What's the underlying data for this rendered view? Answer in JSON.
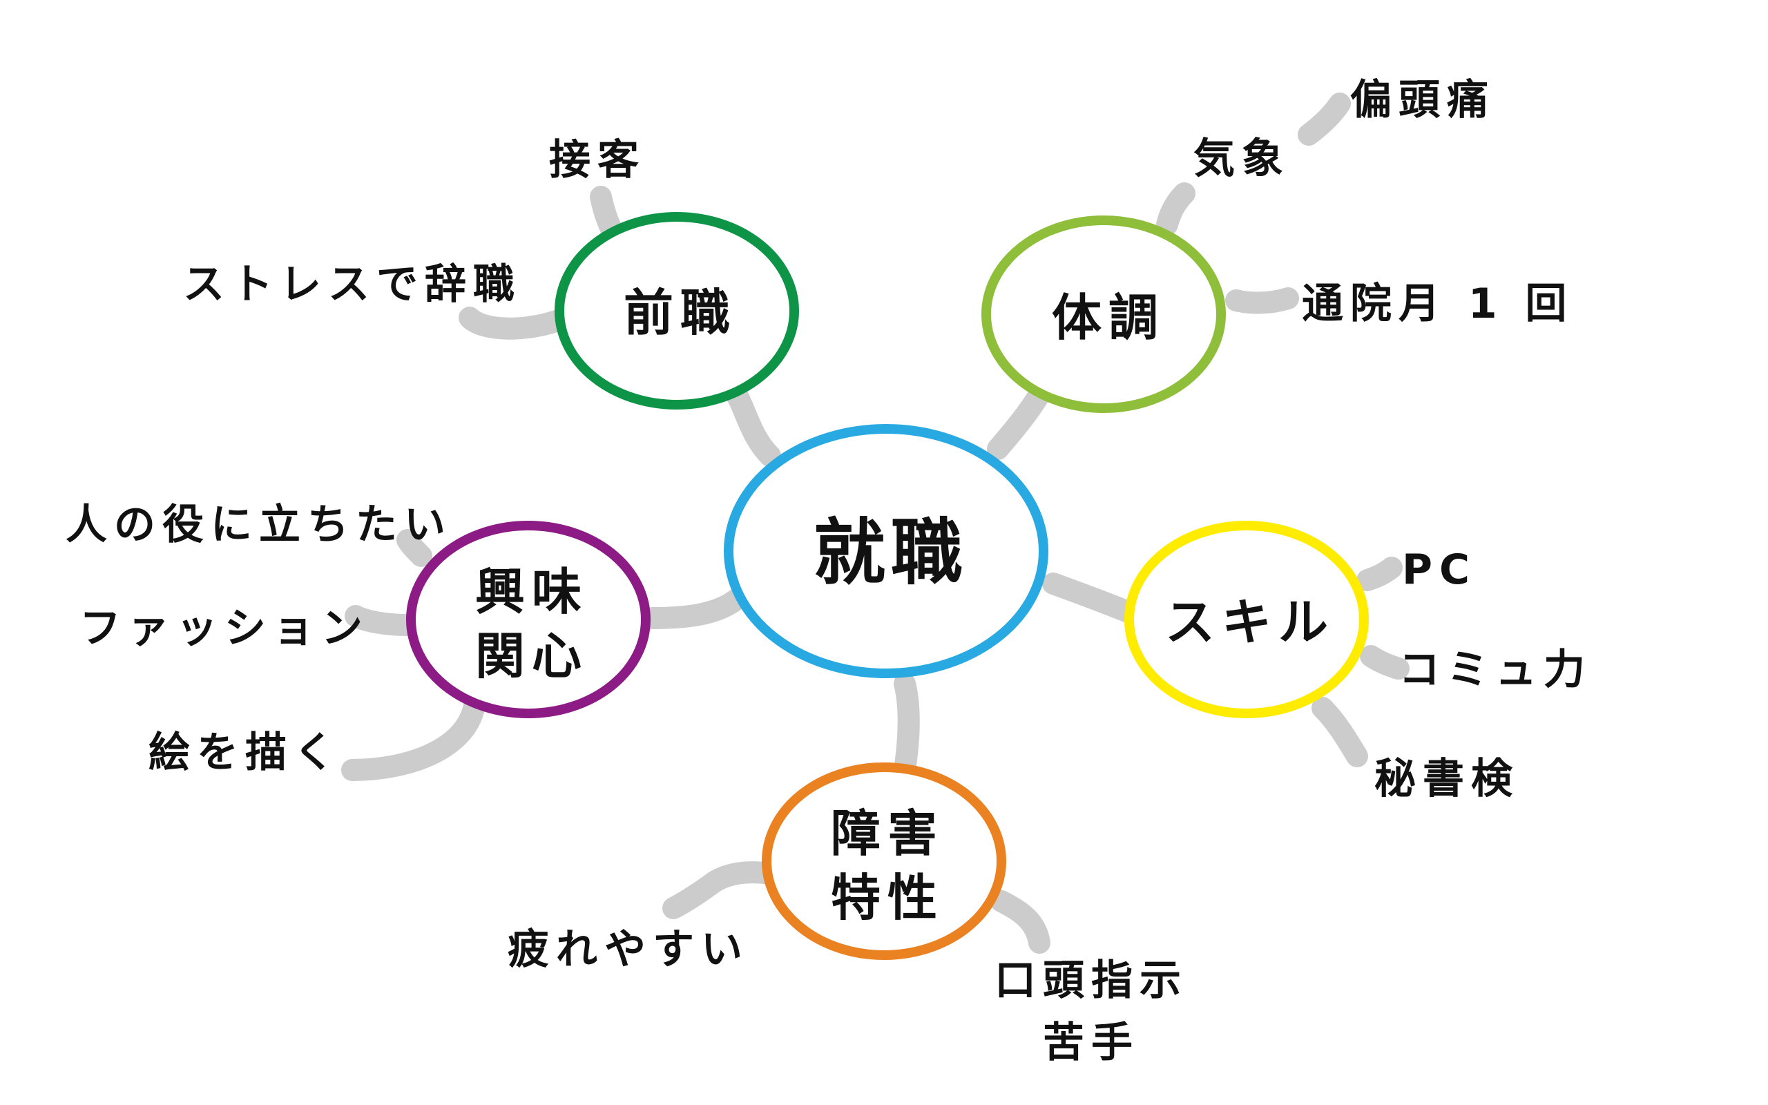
{
  "center": {
    "label": "就職",
    "color": "#29a9e1"
  },
  "nodes": {
    "zenshoku": {
      "lines": [
        "前職"
      ],
      "color": "#0d9447"
    },
    "taicho": {
      "lines": [
        "体調"
      ],
      "color": "#8fbe3a"
    },
    "skill": {
      "lines": [
        "スキル"
      ],
      "color": "#ffec00"
    },
    "shogai": {
      "lines": [
        "障害",
        "特性"
      ],
      "color": "#ea8222"
    },
    "kyomi": {
      "lines": [
        "興味",
        "関心"
      ],
      "color": "#8c1b85"
    }
  },
  "leaves": {
    "sekkyaku": [
      "接客"
    ],
    "stress": [
      "ストレスで辞職"
    ],
    "kisho": [
      "気象"
    ],
    "henzutsu": [
      "偏頭痛"
    ],
    "tsuin": [
      "通院月 1 回"
    ],
    "pc": [
      "PC"
    ],
    "comm": [
      "コミュ力"
    ],
    "hisho": [
      "秘書検"
    ],
    "tsukare": [
      "疲れやすい"
    ],
    "koto": [
      "口頭指示",
      "苦手"
    ],
    "hito": [
      "人の役に立ちたい"
    ],
    "fashion": [
      "ファッション"
    ],
    "e": [
      "絵を描く"
    ]
  },
  "colors": {
    "connector": "#cccccc",
    "text": "#111111",
    "background": "#ffffff"
  }
}
